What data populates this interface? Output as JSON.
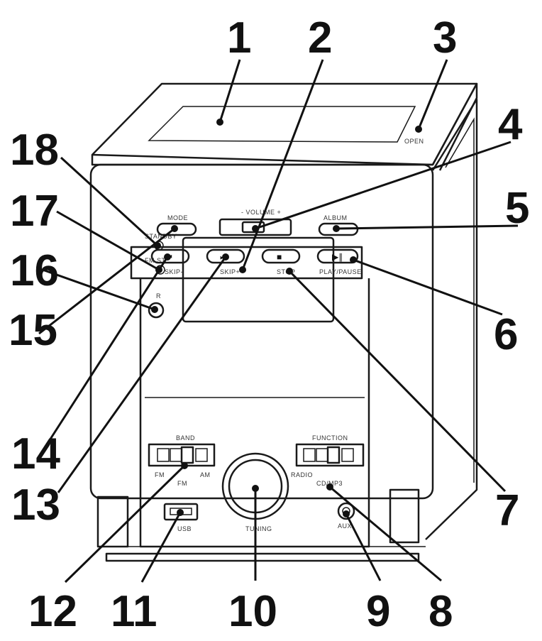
{
  "callouts": [
    "1",
    "2",
    "3",
    "4",
    "5",
    "6",
    "7",
    "8",
    "9",
    "10",
    "11",
    "12",
    "13",
    "14",
    "15",
    "16",
    "17",
    "18"
  ],
  "panel_labels": {
    "open": "OPEN",
    "standby": "STANDBY",
    "fm_st": "FM ST.",
    "ir": "R",
    "volume": "- VOLUME +",
    "mode": "MODE",
    "album": "ALBUM",
    "skip_minus": "SKIP-",
    "skip_plus": "SKIP+",
    "stop": "STOP",
    "play_pause": "PLAY/PAUSE",
    "band": "BAND",
    "fm": "FM",
    "fm_left": "FM",
    "am": "AM",
    "function": "FUNCTION",
    "radio": "RADIO",
    "cd_mp3": "CD/MP3",
    "tuning": "TUNING",
    "usb": "USB",
    "aux": "AUX"
  }
}
